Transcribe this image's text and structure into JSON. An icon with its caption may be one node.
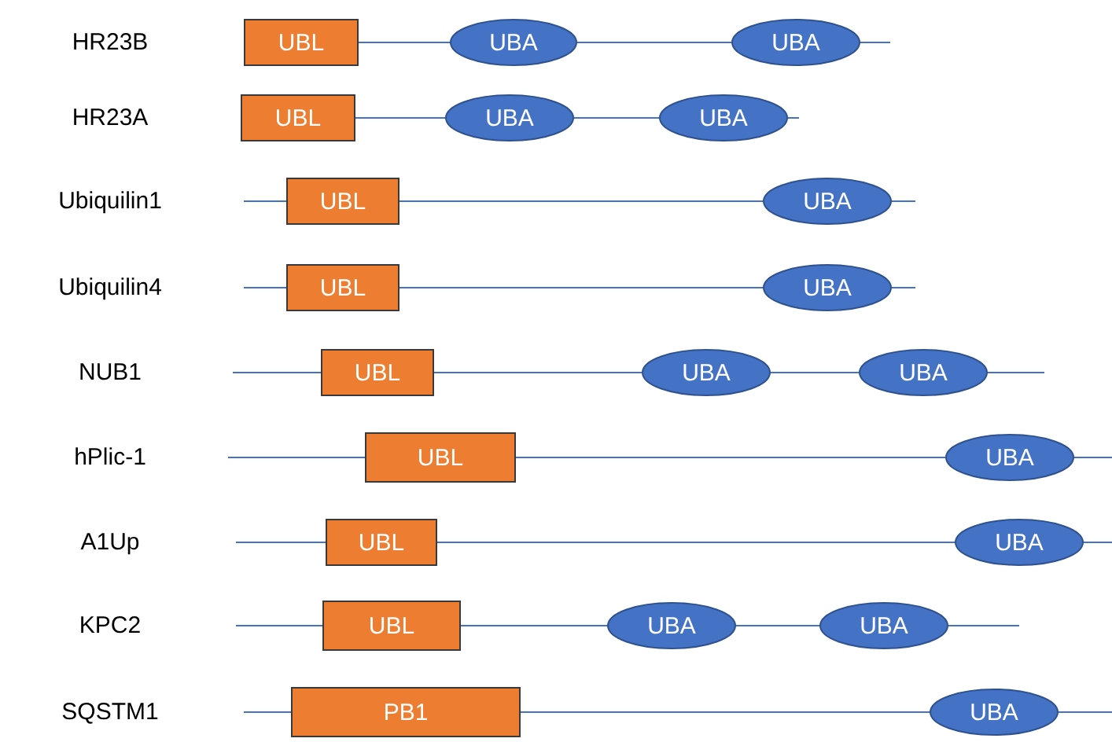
{
  "diagram": {
    "nodes": [
      {
        "text": [
          "UBL"
        ]
      },
      {
        "text": [
          "UBA"
        ]
      },
      {
        "text": [
          "UBA"
        ]
      },
      {
        "text": [
          "UBL"
        ]
      },
      {
        "text": [
          "UBA"
        ]
      },
      {
        "text": [
          "UBA"
        ]
      },
      {
        "text": [
          "UBL"
        ]
      },
      {
        "text": [
          "UBA"
        ]
      },
      {
        "text": [
          "UBL"
        ]
      },
      {
        "text": [
          "UBA"
        ]
      },
      {
        "text": [
          "UBL"
        ]
      },
      {
        "text": [
          "UBA"
        ]
      },
      {
        "text": [
          "UBA"
        ]
      },
      {
        "text": [
          "UBL"
        ]
      },
      {
        "text": [
          "UBA"
        ]
      },
      {
        "text": [
          "UBL"
        ]
      },
      {
        "text": [
          "UBA"
        ]
      },
      {
        "text": [
          "UBL"
        ]
      },
      {
        "text": [
          "UBA"
        ]
      },
      {
        "text": [
          "UBA"
        ]
      },
      {
        "text": [
          "PB1"
        ]
      },
      {
        "text": [
          "UBA"
        ]
      }
    ],
    "labels": [
      "HR23B",
      "HR23A",
      "Ubiquilin1",
      "Ubiquilin4",
      "NUB1",
      "hPlic-1",
      "A1Up",
      "KPC2",
      "SQSTM1"
    ]
  }
}
